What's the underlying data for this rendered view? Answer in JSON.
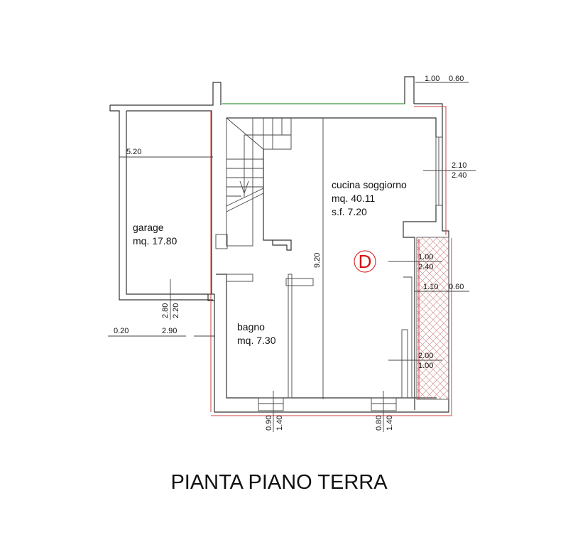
{
  "title": "PIANTA PIANO TERRA",
  "rooms": {
    "garage": {
      "name": "garage",
      "area": "mq.  17.80"
    },
    "cucina": {
      "name": "cucina soggiorno",
      "area": "mq.  40.11",
      "sf": "s.f. 7.20"
    },
    "bagno": {
      "name": "bagno",
      "area": "mq.  7.30"
    }
  },
  "marker": {
    "label": "D",
    "color": "#d41010"
  },
  "dimensions": {
    "top_right_a": "1.00",
    "top_right_b": "0.60",
    "garage_width": "5.20",
    "window_e_top": "2.10",
    "window_e_bottom": "2.40",
    "height_total": "9.20",
    "door_d_top": "1.00",
    "door_d_bottom": "2.40",
    "porch_a": "1.10",
    "porch_b": "0.60",
    "window_se_top": "2.00",
    "window_se_bottom": "1.00",
    "garage_door_a": "2.80",
    "garage_door_b": "2.20",
    "left_a": "0.20",
    "left_b": "2.90",
    "bagno_win_a": "0.90",
    "bagno_win_b": "1.40",
    "sogg_win_a": "0.80",
    "sogg_win_b": "1.40"
  }
}
